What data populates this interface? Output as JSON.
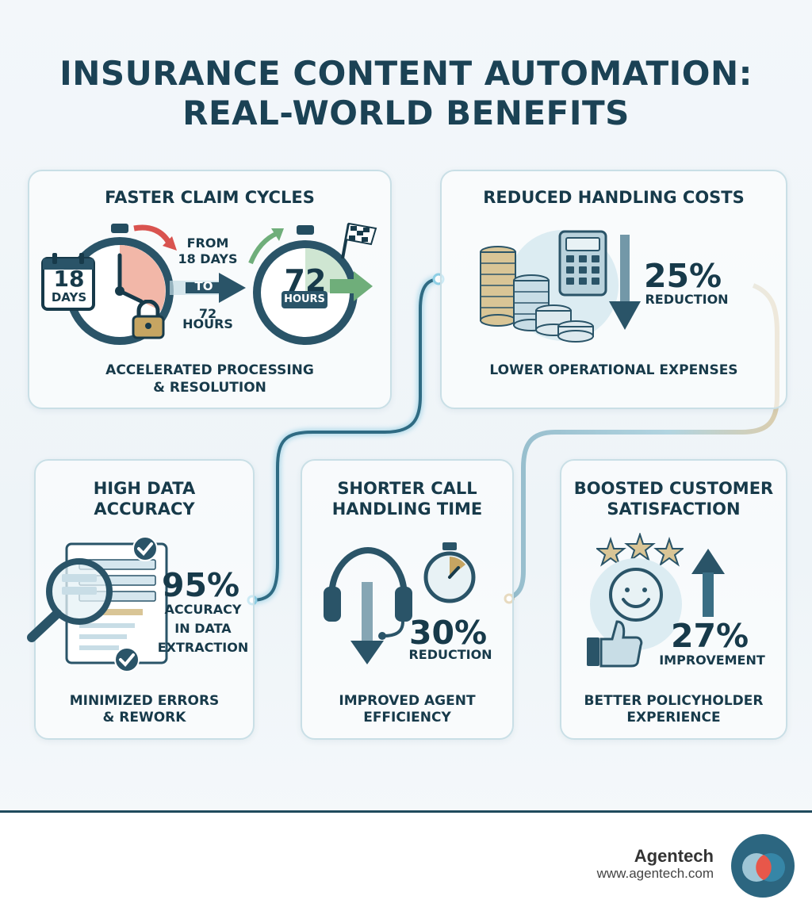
{
  "title_line1": "INSURANCE CONTENT AUTOMATION:",
  "title_line2": "REAL-WORLD BENEFITS",
  "cards": {
    "claims": {
      "title": "FASTER CLAIM CYCLES",
      "calendar_number": "18",
      "calendar_label": "DAYS",
      "from_label_1": "FROM",
      "from_label_2": "18 DAYS",
      "to_label": "TO",
      "to_label_2": "72",
      "to_label_3": "HOURS",
      "timer_number": "72",
      "timer_label": "HOURS",
      "caption_1": "ACCELERATED PROCESSING",
      "caption_2": "& RESOLUTION"
    },
    "costs": {
      "title": "REDUCED HANDLING COSTS",
      "value": "25%",
      "value_label": "REDUCTION",
      "caption": "LOWER OPERATIONAL EXPENSES"
    },
    "accuracy": {
      "title_1": "HIGH DATA",
      "title_2": "ACCURACY",
      "value": "95%",
      "value_label_1": "ACCURACY",
      "value_label_2": "IN DATA",
      "value_label_3": "EXTRACTION",
      "caption_1": "MINIMIZED ERRORS",
      "caption_2": "& REWORK"
    },
    "calls": {
      "title_1": "SHORTER CALL",
      "title_2": "HANDLING TIME",
      "value": "30%",
      "value_label": "REDUCTION",
      "caption_1": "IMPROVED AGENT",
      "caption_2": "EFFICIENCY"
    },
    "satisfaction": {
      "title_1": "BOOSTED CUSTOMER",
      "title_2": "SATISFACTION",
      "value": "27%",
      "value_label": "IMPROVEMENT",
      "caption_1": "BETTER POLICYHOLDER",
      "caption_2": "EXPERIENCE"
    }
  },
  "footer": {
    "brand": "Agentech",
    "url": "www.agentech.com"
  },
  "colors": {
    "navy": "#1b4255",
    "teal": "#3a7d96",
    "red": "#d9534f",
    "green": "#6fae7a",
    "gold": "#b89b5e",
    "card_border": "#c9dfe6"
  },
  "icons": [
    "calendar-icon",
    "stopwatch-icon",
    "lock-icon",
    "finish-flag-icon",
    "coins-icon",
    "calculator-icon",
    "down-arrow-icon",
    "magnifier-icon",
    "document-icon",
    "checkmark-icon",
    "headset-icon",
    "timer-icon",
    "stars-icon",
    "smiley-icon",
    "thumbs-up-icon",
    "up-arrow-icon",
    "agentech-logo"
  ]
}
